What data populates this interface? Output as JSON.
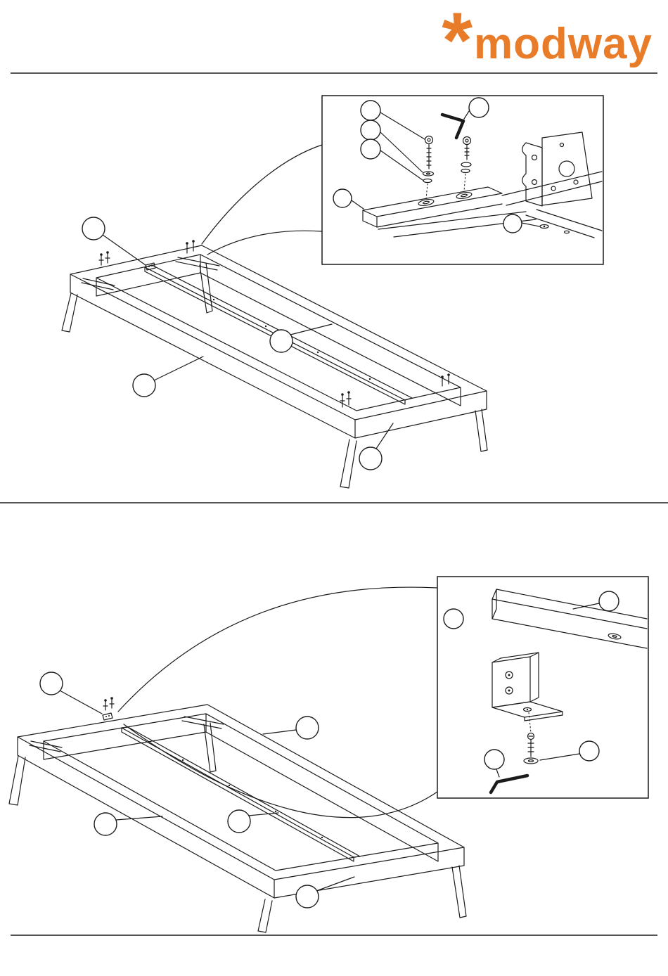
{
  "theme": {
    "background": "#ffffff",
    "line_color": "#1b1b1b",
    "logo_color": "#E97C28"
  },
  "header": {
    "logo_mark": "*",
    "logo_text": "modway"
  },
  "steps": [
    {
      "id": "step-1",
      "main_callout_circles": 4,
      "inset_callout_circles": 6
    },
    {
      "id": "step-2",
      "main_callout_circles": 5,
      "inset_callout_circles": 4
    }
  ]
}
